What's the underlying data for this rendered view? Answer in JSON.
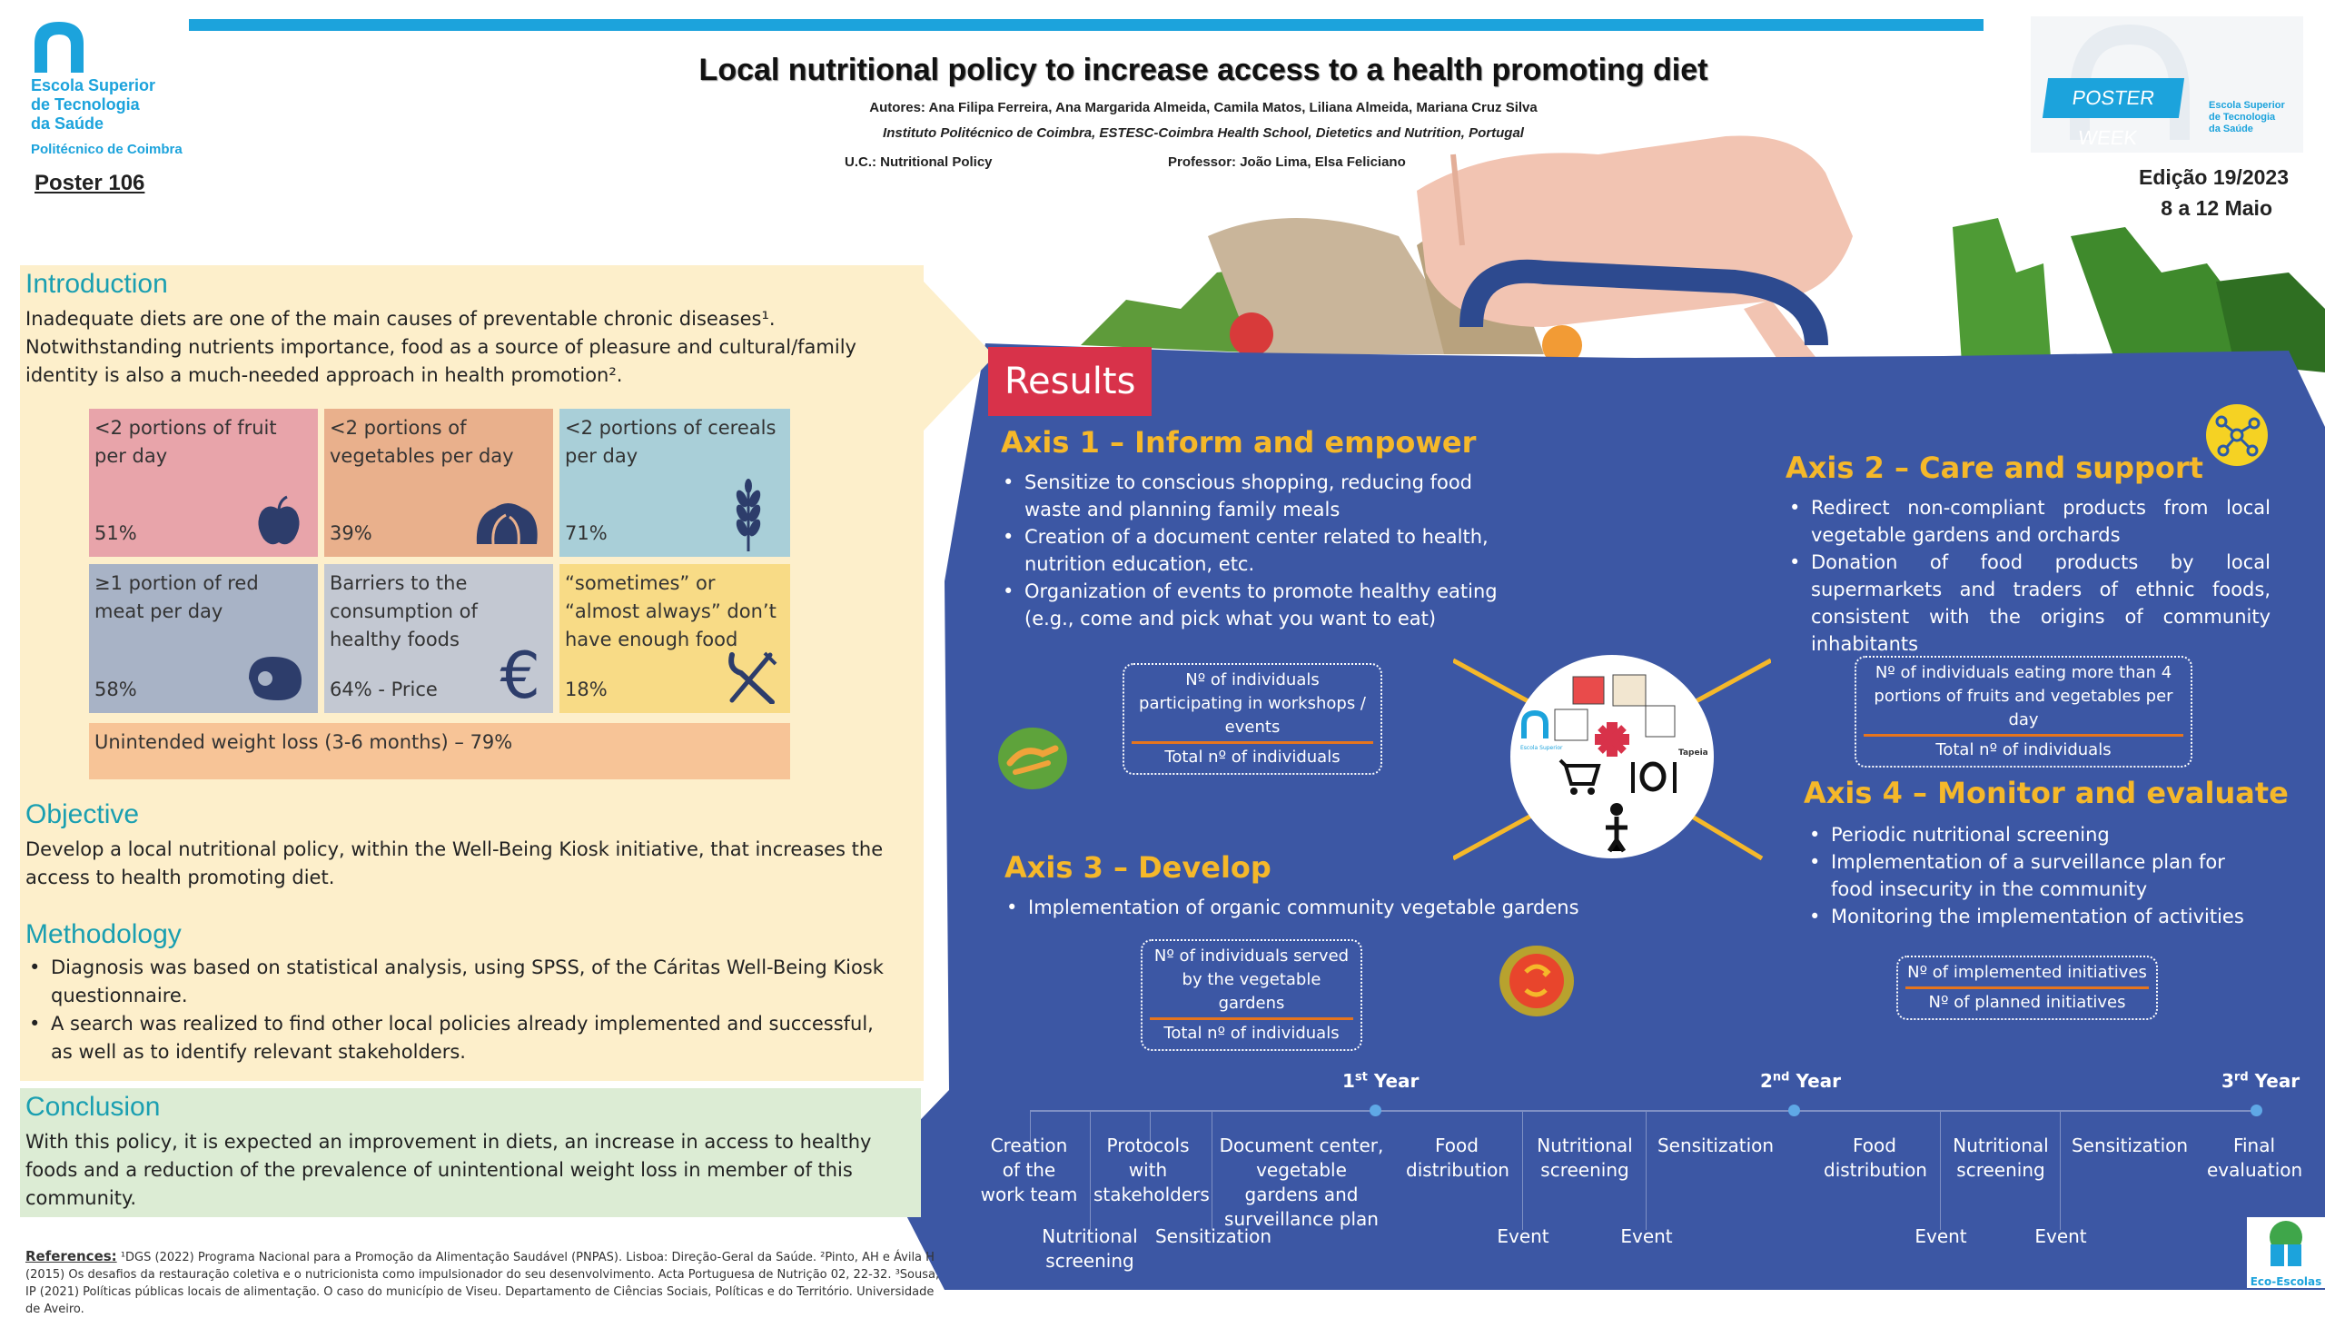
{
  "header": {
    "logo_lines": [
      "Escola Superior",
      "de Tecnologia",
      "da Saúde"
    ],
    "logo_sub": "Politécnico de Coimbra",
    "poster_number": "Poster  106",
    "title": "Local nutritional policy to increase access to a health promoting diet",
    "authors": "Autores:  Ana Filipa Ferreira, Ana Margarida Almeida, Camila Matos, Liliana Almeida, Mariana Cruz Silva",
    "institution": "Instituto Politécnico de Coimbra, ESTESC-Coimbra Health School, Dietetics and Nutrition, Portugal",
    "uc": "U.C.: Nutritional Policy",
    "professor": "Professor: João Lima, Elsa Feliciano",
    "poster_week": "POSTER WEEK",
    "poster_week_side": [
      "Escola Superior",
      "de Tecnologia",
      "da Saúde"
    ],
    "edition": "Edição 19/2023",
    "dates": "8 a 12 Maio"
  },
  "introduction": {
    "heading": "Introduction",
    "text": "Inadequate diets are one of the main causes of preventable chronic diseases¹. Notwithstanding nutrients importance, food as a source of pleasure and cultural/family identity is also a much-needed approach in health promotion².",
    "cells": [
      {
        "label": "<2 portions of fruit per day",
        "value": "51%",
        "icon": "apple-icon",
        "color": "#e8a4aa"
      },
      {
        "label": "<2 portions of vegetables per day",
        "value": "39%",
        "icon": "cabbage-icon",
        "color": "#e9b08c"
      },
      {
        "label": "<2 portions of cereals per day",
        "value": "71%",
        "icon": "wheat-icon",
        "color": "#a9cfd8"
      },
      {
        "label": "≥1 portion of red meat per day",
        "value": "58%",
        "icon": "meat-icon",
        "color": "#a8b3c6"
      },
      {
        "label": "Barriers to the consumption of healthy foods",
        "value": "64% - Price",
        "icon": "euro-icon",
        "color": "#c3c8d2"
      },
      {
        "label": "“sometimes” or “almost always” don’t have enough food",
        "value": "18%",
        "icon": "fork-knife-icon",
        "color": "#f8db86"
      }
    ],
    "wide_cell": {
      "label": "Unintended weight loss (3-6 months) – 79%",
      "color": "#f7c497"
    }
  },
  "objective": {
    "heading": "Objective",
    "text": "Develop a local nutritional policy, within the Well-Being Kiosk initiative, that increases the access to health promoting diet."
  },
  "methodology": {
    "heading": "Methodology",
    "items": [
      "Diagnosis was based on statistical analysis, using SPSS, of the Cáritas Well-Being Kiosk questionnaire.",
      "A search was realized to find other local policies already implemented and successful, as well as to identify relevant stakeholders."
    ]
  },
  "conclusion": {
    "heading": "Conclusion",
    "text": "With this policy, it is expected an improvement in diets, an increase in access to healthy foods and a reduction of the prevalence of unintentional weight loss in member of this community."
  },
  "references": {
    "label": "References:",
    "text": "¹DGS (2022) Programa Nacional para a Promoção da Alimentação Saudável (PNPAS). Lisboa: Direção-Geral da Saúde. ²Pinto, AH e Ávila H (2015) Os desafios da restauração coletiva e o nutricionista como impulsionador do seu desenvolvimento. Acta Portuguesa de Nutrição 02, 22-32. ³Sousa, IP (2021) Políticas públicas locais de alimentação. O caso do município de Viseu. Departamento de Ciências Sociais, Políticas e do Território. Universidade de Aveiro."
  },
  "results": {
    "tag": "Results",
    "axis1": {
      "heading": "Axis 1 – Inform and empower",
      "items": [
        "Sensitize to conscious shopping, reducing food waste and planning family meals",
        "Creation of a document center related to health, nutrition education, etc.",
        "Organization of events to promote healthy eating (e.g., come and pick what you want to eat)"
      ],
      "indicator_num": "Nº of individuals participating in workshops / events",
      "indicator_den": "Total nº of individuals"
    },
    "axis2": {
      "heading": "Axis 2 – Care and support",
      "items": [
        "Redirect non-compliant products from local vegetable gardens and orchards",
        "Donation of food products by local supermarkets and traders of ethnic foods, consistent with the origins of community inhabitants"
      ],
      "indicator_num": "Nº of individuals eating more than 4 portions of fruits and vegetables per day",
      "indicator_den": "Total nº of individuals"
    },
    "axis3": {
      "heading": "Axis 3 – Develop",
      "items": [
        "Implementation of organic community vegetable gardens"
      ],
      "indicator_num": "Nº of individuals served by the vegetable gardens",
      "indicator_den": "Total nº of individuals"
    },
    "axis4": {
      "heading": "Axis 4 – Monitor and evaluate",
      "items": [
        "Periodic nutritional screening",
        "Implementation of a surveillance plan for food insecurity in the community",
        "Monitoring the implementation of activities"
      ],
      "indicator_num": "Nº of implemented initiatives",
      "indicator_den": "Nº of planned initiatives"
    },
    "center_label": "Tapeia"
  },
  "timeline": {
    "years": [
      {
        "n": "1",
        "suf": "st",
        "word": " Year"
      },
      {
        "n": "2",
        "suf": "nd",
        "word": " Year"
      },
      {
        "n": "3",
        "suf": "rd",
        "word": " Year"
      }
    ],
    "top": [
      "Creation of the work team",
      "Protocols with stakeholders",
      "Document center, vegetable gardens and surveillance plan",
      "Food distribution",
      "Nutritional screening",
      "Sensitization",
      "Food distribution",
      "Nutritional screening",
      "Sensitization",
      "Final evaluation"
    ],
    "bottom": [
      "Nutritional screening",
      "Sensitization",
      "Event",
      "Event",
      "Event",
      "Event"
    ]
  },
  "eco": "Eco-Escolas",
  "colors": {
    "accent": "#1ca3dc",
    "panel_blue": "#3c57a4",
    "axis_gold": "#f5b82a",
    "results_red": "#d8324a"
  }
}
